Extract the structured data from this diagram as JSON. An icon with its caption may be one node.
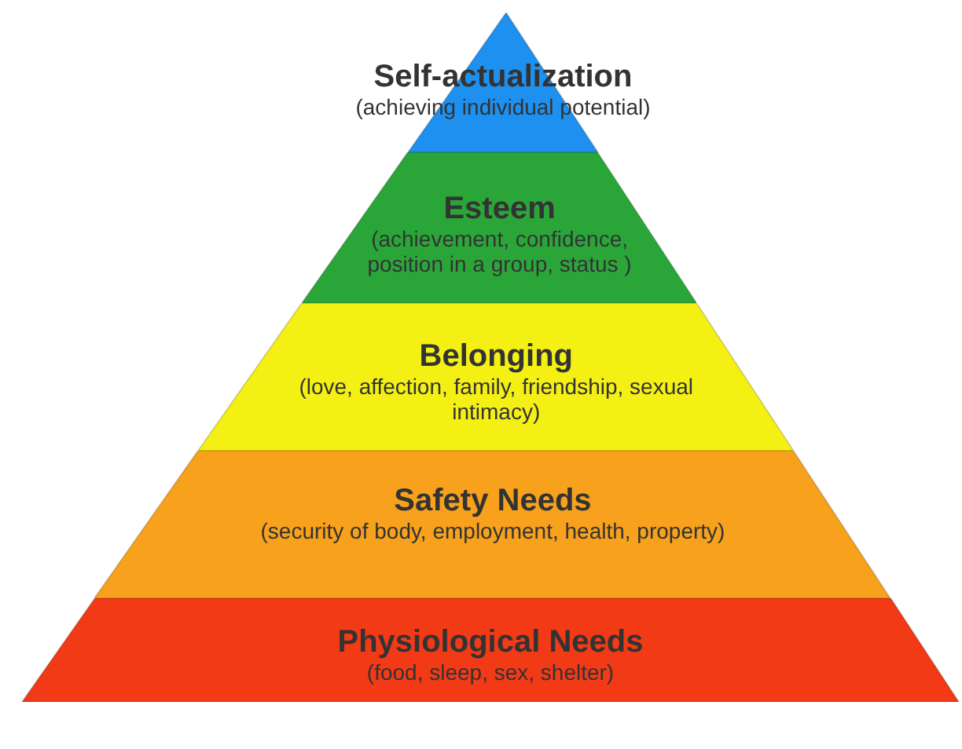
{
  "diagram": {
    "nodes": [
      {
        "text": [
          "Self-actualization",
          "(achieving individual potential)"
        ]
      },
      {
        "text": [
          "Esteem",
          "(achievement, confidence, position in a group, status )"
        ]
      },
      {
        "text": [
          "Belonging",
          "(love, affection, family, friendship, sexual intimacy)"
        ]
      },
      {
        "text": [
          "Safety Needs",
          "(security of body, employment, health, property)"
        ]
      },
      {
        "text": [
          "Physiological Needs",
          "(food, sleep, sex, shelter)"
        ]
      }
    ]
  }
}
